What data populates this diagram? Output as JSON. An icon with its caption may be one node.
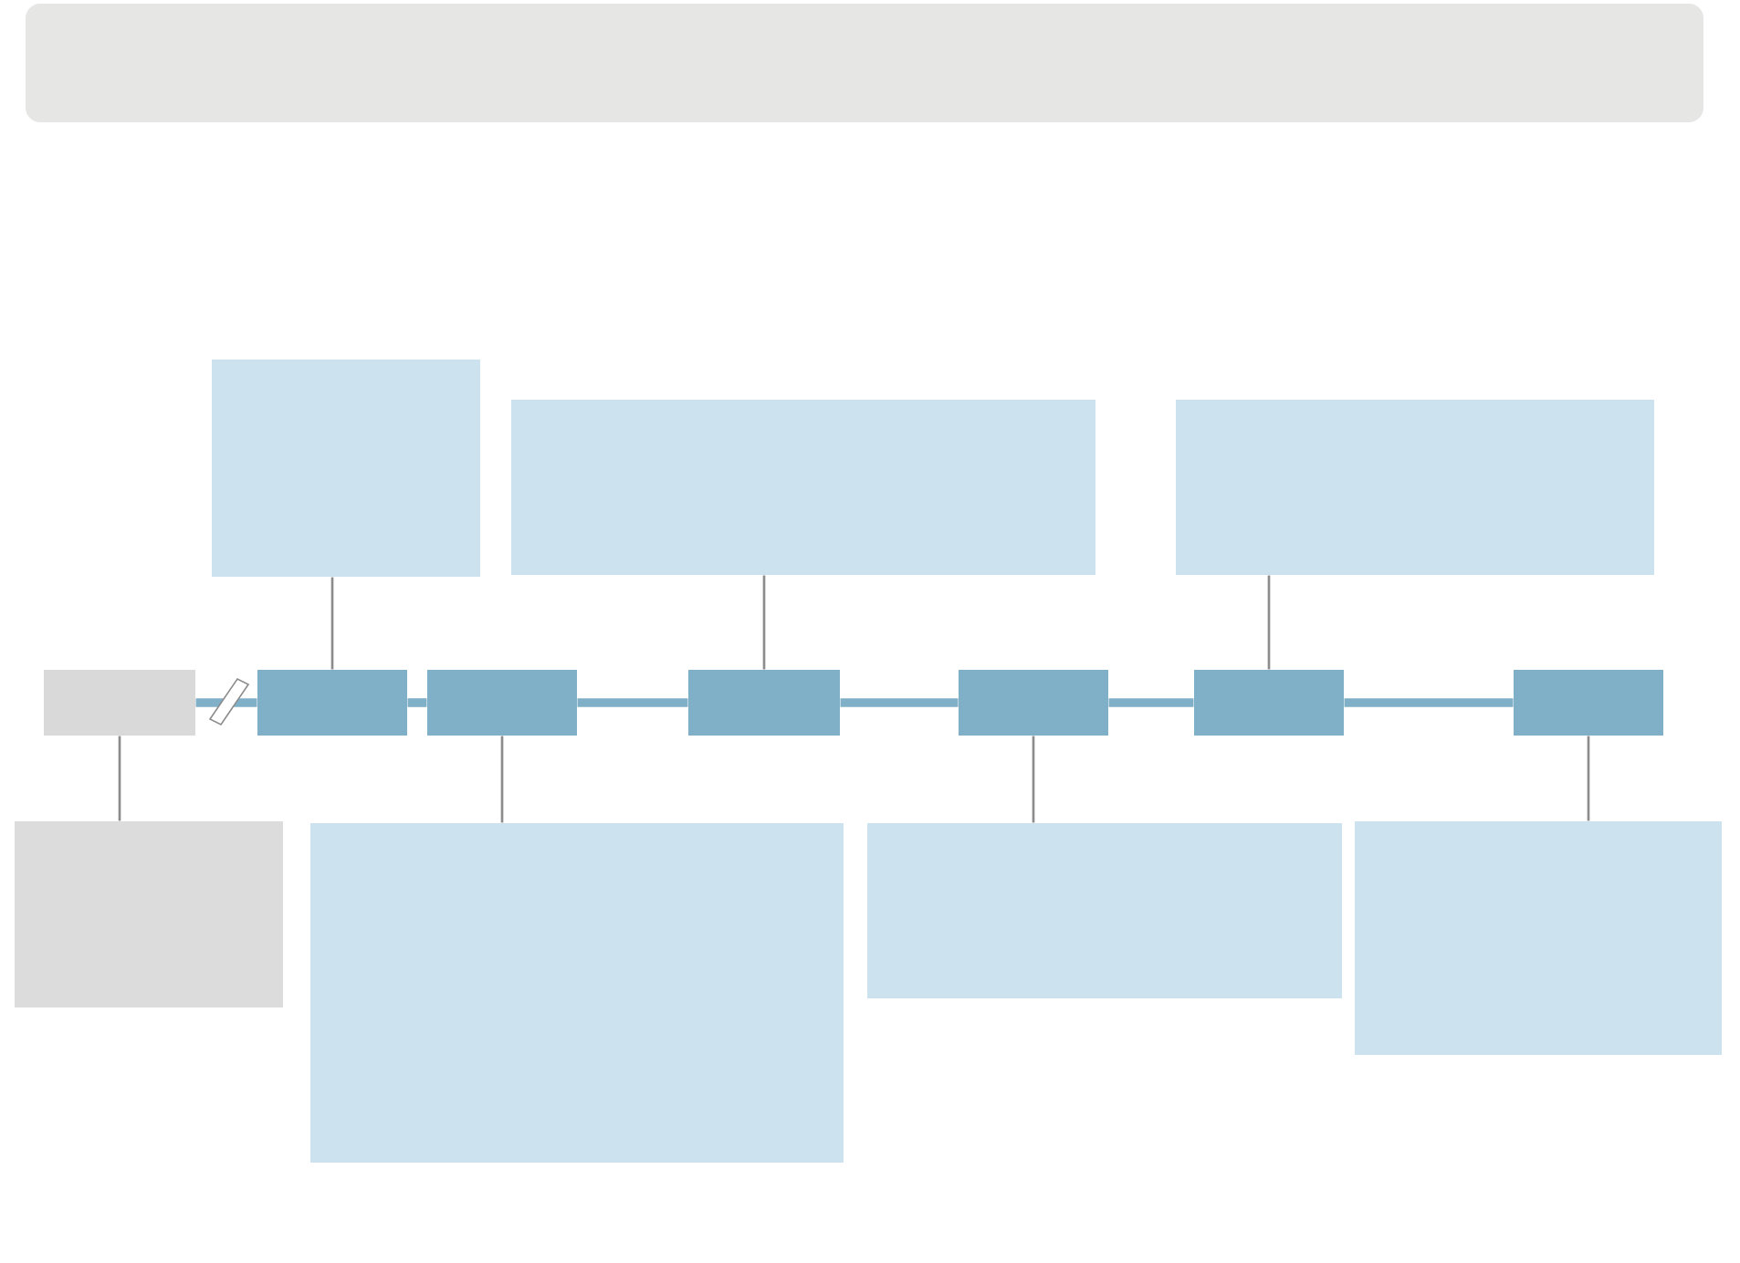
{
  "diagram": {
    "nodes": [
      {
        "text": [],
        "shape": "box"
      },
      {
        "text": [],
        "shape": "box"
      },
      {
        "text": [],
        "shape": "box"
      },
      {
        "text": [],
        "shape": "box"
      },
      {
        "text": [],
        "shape": "box"
      },
      {
        "text": [],
        "shape": "box"
      },
      {
        "text": [],
        "shape": "box"
      },
      {
        "text": [],
        "shape": "box"
      },
      {
        "text": [],
        "shape": "box"
      },
      {
        "text": [],
        "shape": "box"
      },
      {
        "text": [],
        "shape": "box"
      },
      {
        "text": [],
        "shape": "box"
      },
      {
        "text": [],
        "shape": "box"
      },
      {
        "text": [],
        "shape": "box"
      }
    ],
    "edges": [
      {
        "from": 3,
        "to": 4,
        "arrow": "none",
        "style": "thick",
        "color": "#80afc8"
      },
      {
        "from": 4,
        "to": 5,
        "arrow": "none",
        "style": "thick",
        "color": "#80afc8"
      },
      {
        "from": 5,
        "to": 6,
        "arrow": "none",
        "style": "thick",
        "color": "#80afc8"
      },
      {
        "from": 6,
        "to": 7,
        "arrow": "none",
        "style": "thick",
        "color": "#80afc8"
      },
      {
        "from": 7,
        "to": 8,
        "arrow": "none",
        "style": "thick",
        "color": "#80afc8"
      },
      {
        "from": 8,
        "to": 9,
        "arrow": "none",
        "style": "thick",
        "color": "#80afc8"
      },
      {
        "from": 4,
        "to": 0,
        "arrow": "none"
      },
      {
        "from": 6,
        "to": 1,
        "arrow": "none"
      },
      {
        "from": 8,
        "to": 2,
        "arrow": "none"
      },
      {
        "from": 3,
        "to": 10,
        "arrow": "none"
      },
      {
        "from": 5,
        "to": 11,
        "arrow": "none"
      },
      {
        "from": 7,
        "to": 12,
        "arrow": "none"
      },
      {
        "from": 9,
        "to": 13,
        "arrow": "none"
      }
    ]
  }
}
